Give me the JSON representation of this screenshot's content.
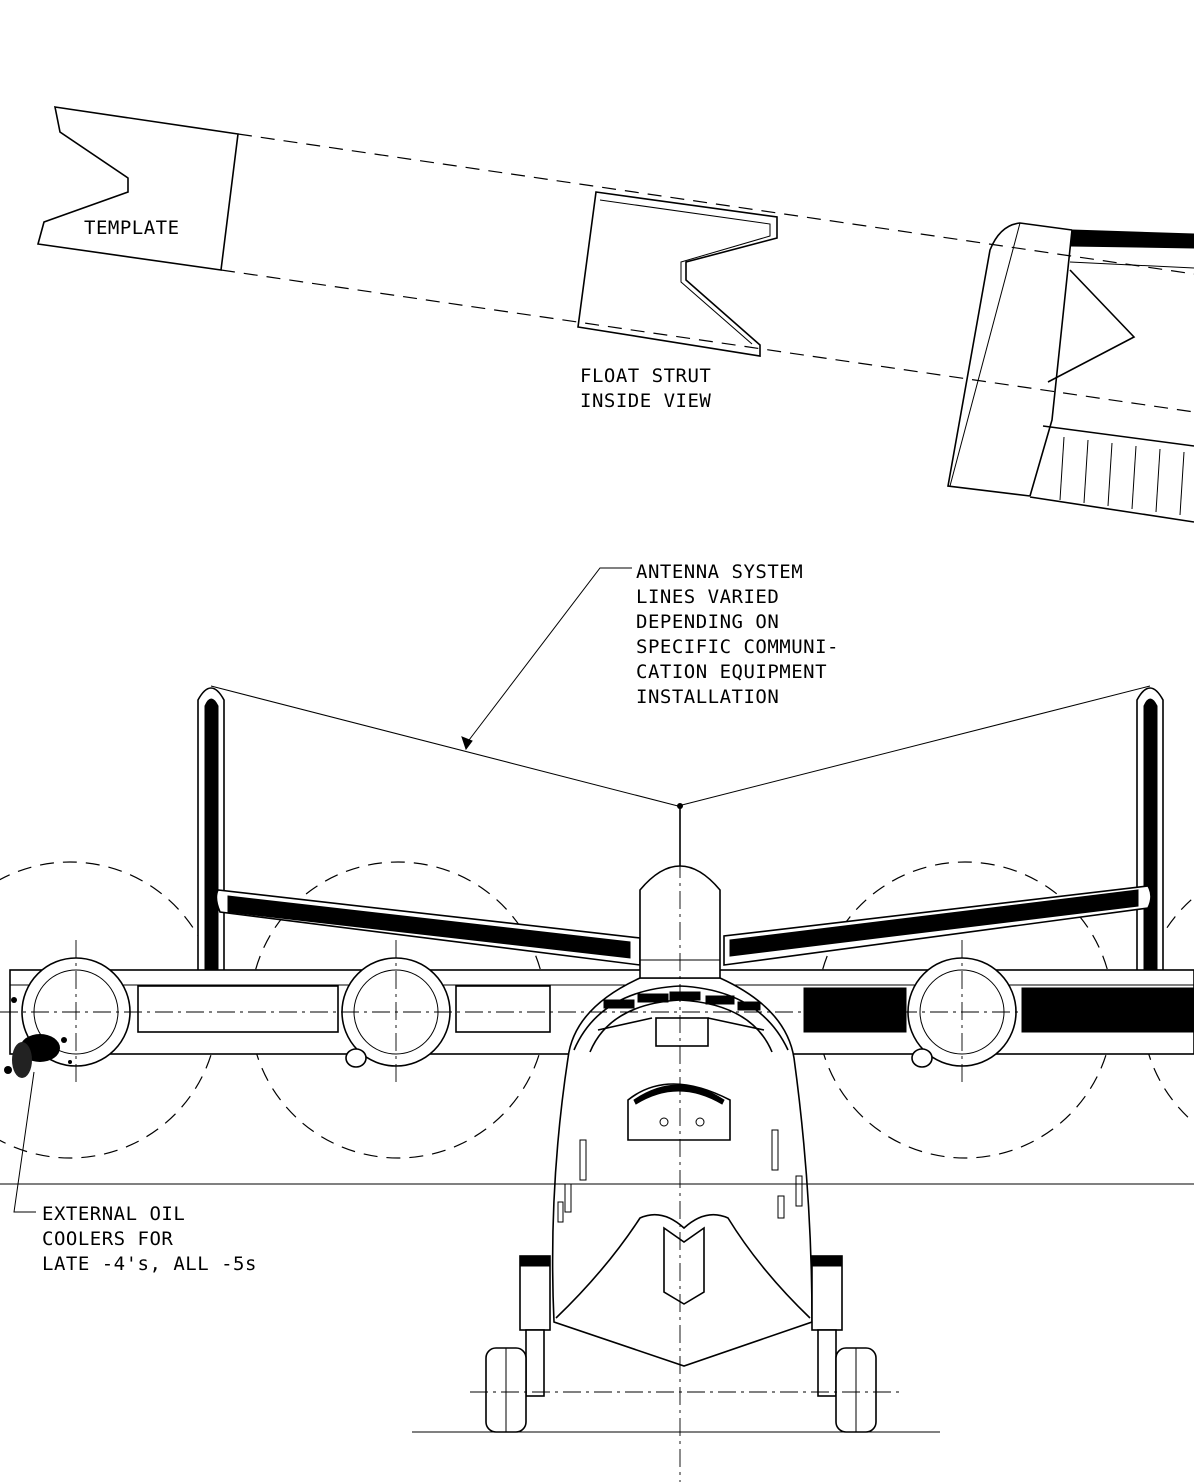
{
  "labels": {
    "template": "TEMPLATE",
    "float_strut": [
      "FLOAT STRUT",
      "INSIDE VIEW"
    ],
    "antenna": [
      "ANTENNA SYSTEM",
      "LINES VARIED",
      "DEPENDING ON",
      "SPECIFIC COMMUNI-",
      "CATION EQUIPMENT",
      "INSTALLATION"
    ],
    "oil_coolers": [
      "EXTERNAL OIL",
      "COOLERS FOR",
      "LATE -4's, ALL -5s"
    ]
  }
}
